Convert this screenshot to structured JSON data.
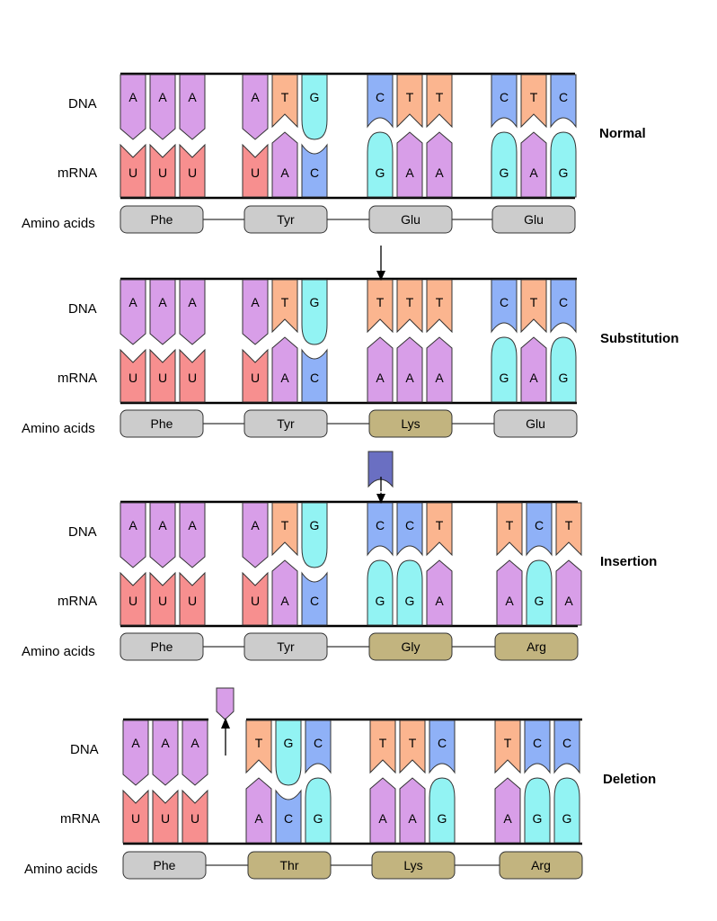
{
  "colors": {
    "A": "#d89ee8",
    "T": "#fbb58f",
    "C": "#8fb1f7",
    "G": "#92f3f3",
    "U": "#f78f8f",
    "aa_normal": "#cccccc",
    "aa_mutant": "#c2b47f",
    "inserted_base": "#6a6fc2"
  },
  "labels": {
    "dna": "DNA",
    "mrna": "mRNA",
    "amino": "Amino acids"
  },
  "panels": [
    {
      "title": "Normal",
      "dna": [
        [
          "A",
          "A",
          "A"
        ],
        [
          "A",
          "T",
          "G"
        ],
        [
          "C",
          "T",
          "T"
        ],
        [
          "C",
          "T",
          "C"
        ]
      ],
      "mrna": [
        [
          "U",
          "U",
          "U"
        ],
        [
          "U",
          "A",
          "C"
        ],
        [
          "G",
          "A",
          "A"
        ],
        [
          "G",
          "A",
          "G"
        ]
      ],
      "amino": [
        {
          "name": "Phe",
          "mutant": false
        },
        {
          "name": "Tyr",
          "mutant": false
        },
        {
          "name": "Glu",
          "mutant": false
        },
        {
          "name": "Glu",
          "mutant": false
        }
      ]
    },
    {
      "title": "Substitution",
      "dna": [
        [
          "A",
          "A",
          "A"
        ],
        [
          "A",
          "T",
          "G"
        ],
        [
          "T",
          "T",
          "T"
        ],
        [
          "C",
          "T",
          "C"
        ]
      ],
      "mrna": [
        [
          "U",
          "U",
          "U"
        ],
        [
          "U",
          "A",
          "C"
        ],
        [
          "A",
          "A",
          "A"
        ],
        [
          "G",
          "A",
          "G"
        ]
      ],
      "amino": [
        {
          "name": "Phe",
          "mutant": false
        },
        {
          "name": "Tyr",
          "mutant": false
        },
        {
          "name": "Lys",
          "mutant": true
        },
        {
          "name": "Glu",
          "mutant": false
        }
      ]
    },
    {
      "title": "Insertion",
      "dna": [
        [
          "A",
          "A",
          "A"
        ],
        [
          "A",
          "T",
          "G"
        ],
        [
          "C",
          "C",
          "T"
        ],
        [
          "T",
          "C",
          "T"
        ]
      ],
      "mrna": [
        [
          "U",
          "U",
          "U"
        ],
        [
          "U",
          "A",
          "C"
        ],
        [
          "G",
          "G",
          "A"
        ],
        [
          "A",
          "G",
          "A"
        ]
      ],
      "amino": [
        {
          "name": "Phe",
          "mutant": false
        },
        {
          "name": "Tyr",
          "mutant": false
        },
        {
          "name": "Gly",
          "mutant": true
        },
        {
          "name": "Arg",
          "mutant": true
        }
      ]
    },
    {
      "title": "Deletion",
      "dna": [
        [
          "A",
          "A",
          "A"
        ],
        [
          "T",
          "G",
          "C"
        ],
        [
          "T",
          "T",
          "C"
        ],
        [
          "T",
          "C",
          "C"
        ]
      ],
      "mrna": [
        [
          "U",
          "U",
          "U"
        ],
        [
          "A",
          "C",
          "G"
        ],
        [
          "A",
          "A",
          "G"
        ],
        [
          "A",
          "G",
          "G"
        ]
      ],
      "amino": [
        {
          "name": "Phe",
          "mutant": false
        },
        {
          "name": "Thr",
          "mutant": true
        },
        {
          "name": "Lys",
          "mutant": true
        },
        {
          "name": "Arg",
          "mutant": true
        }
      ]
    }
  ]
}
